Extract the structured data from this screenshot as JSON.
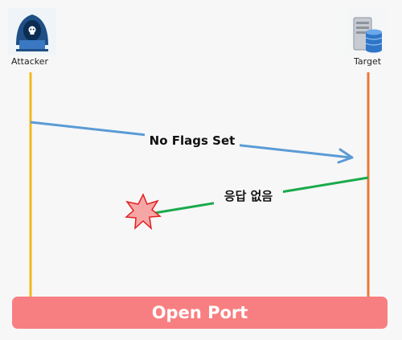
{
  "participants": {
    "attacker": {
      "label": "Attacker",
      "icon": "hacker-icon",
      "lifeline_color": "#f2b81c"
    },
    "target": {
      "label": "Target",
      "icon": "server-database-icon",
      "lifeline_color": "#e87b34"
    }
  },
  "messages": [
    {
      "from": "Attacker",
      "to": "Target",
      "label": "No Flags Set",
      "color": "#5b9bd5",
      "arrow": "open-head"
    },
    {
      "from": "Target",
      "to": "explosion",
      "label": "응답 없음",
      "color": "#1aaa4a"
    }
  ],
  "explosion": {
    "icon": "explosion-icon",
    "color": "#f7a6a6",
    "stroke": "#e02020"
  },
  "banner": {
    "text": "Open Port",
    "color": "#f87f81"
  }
}
